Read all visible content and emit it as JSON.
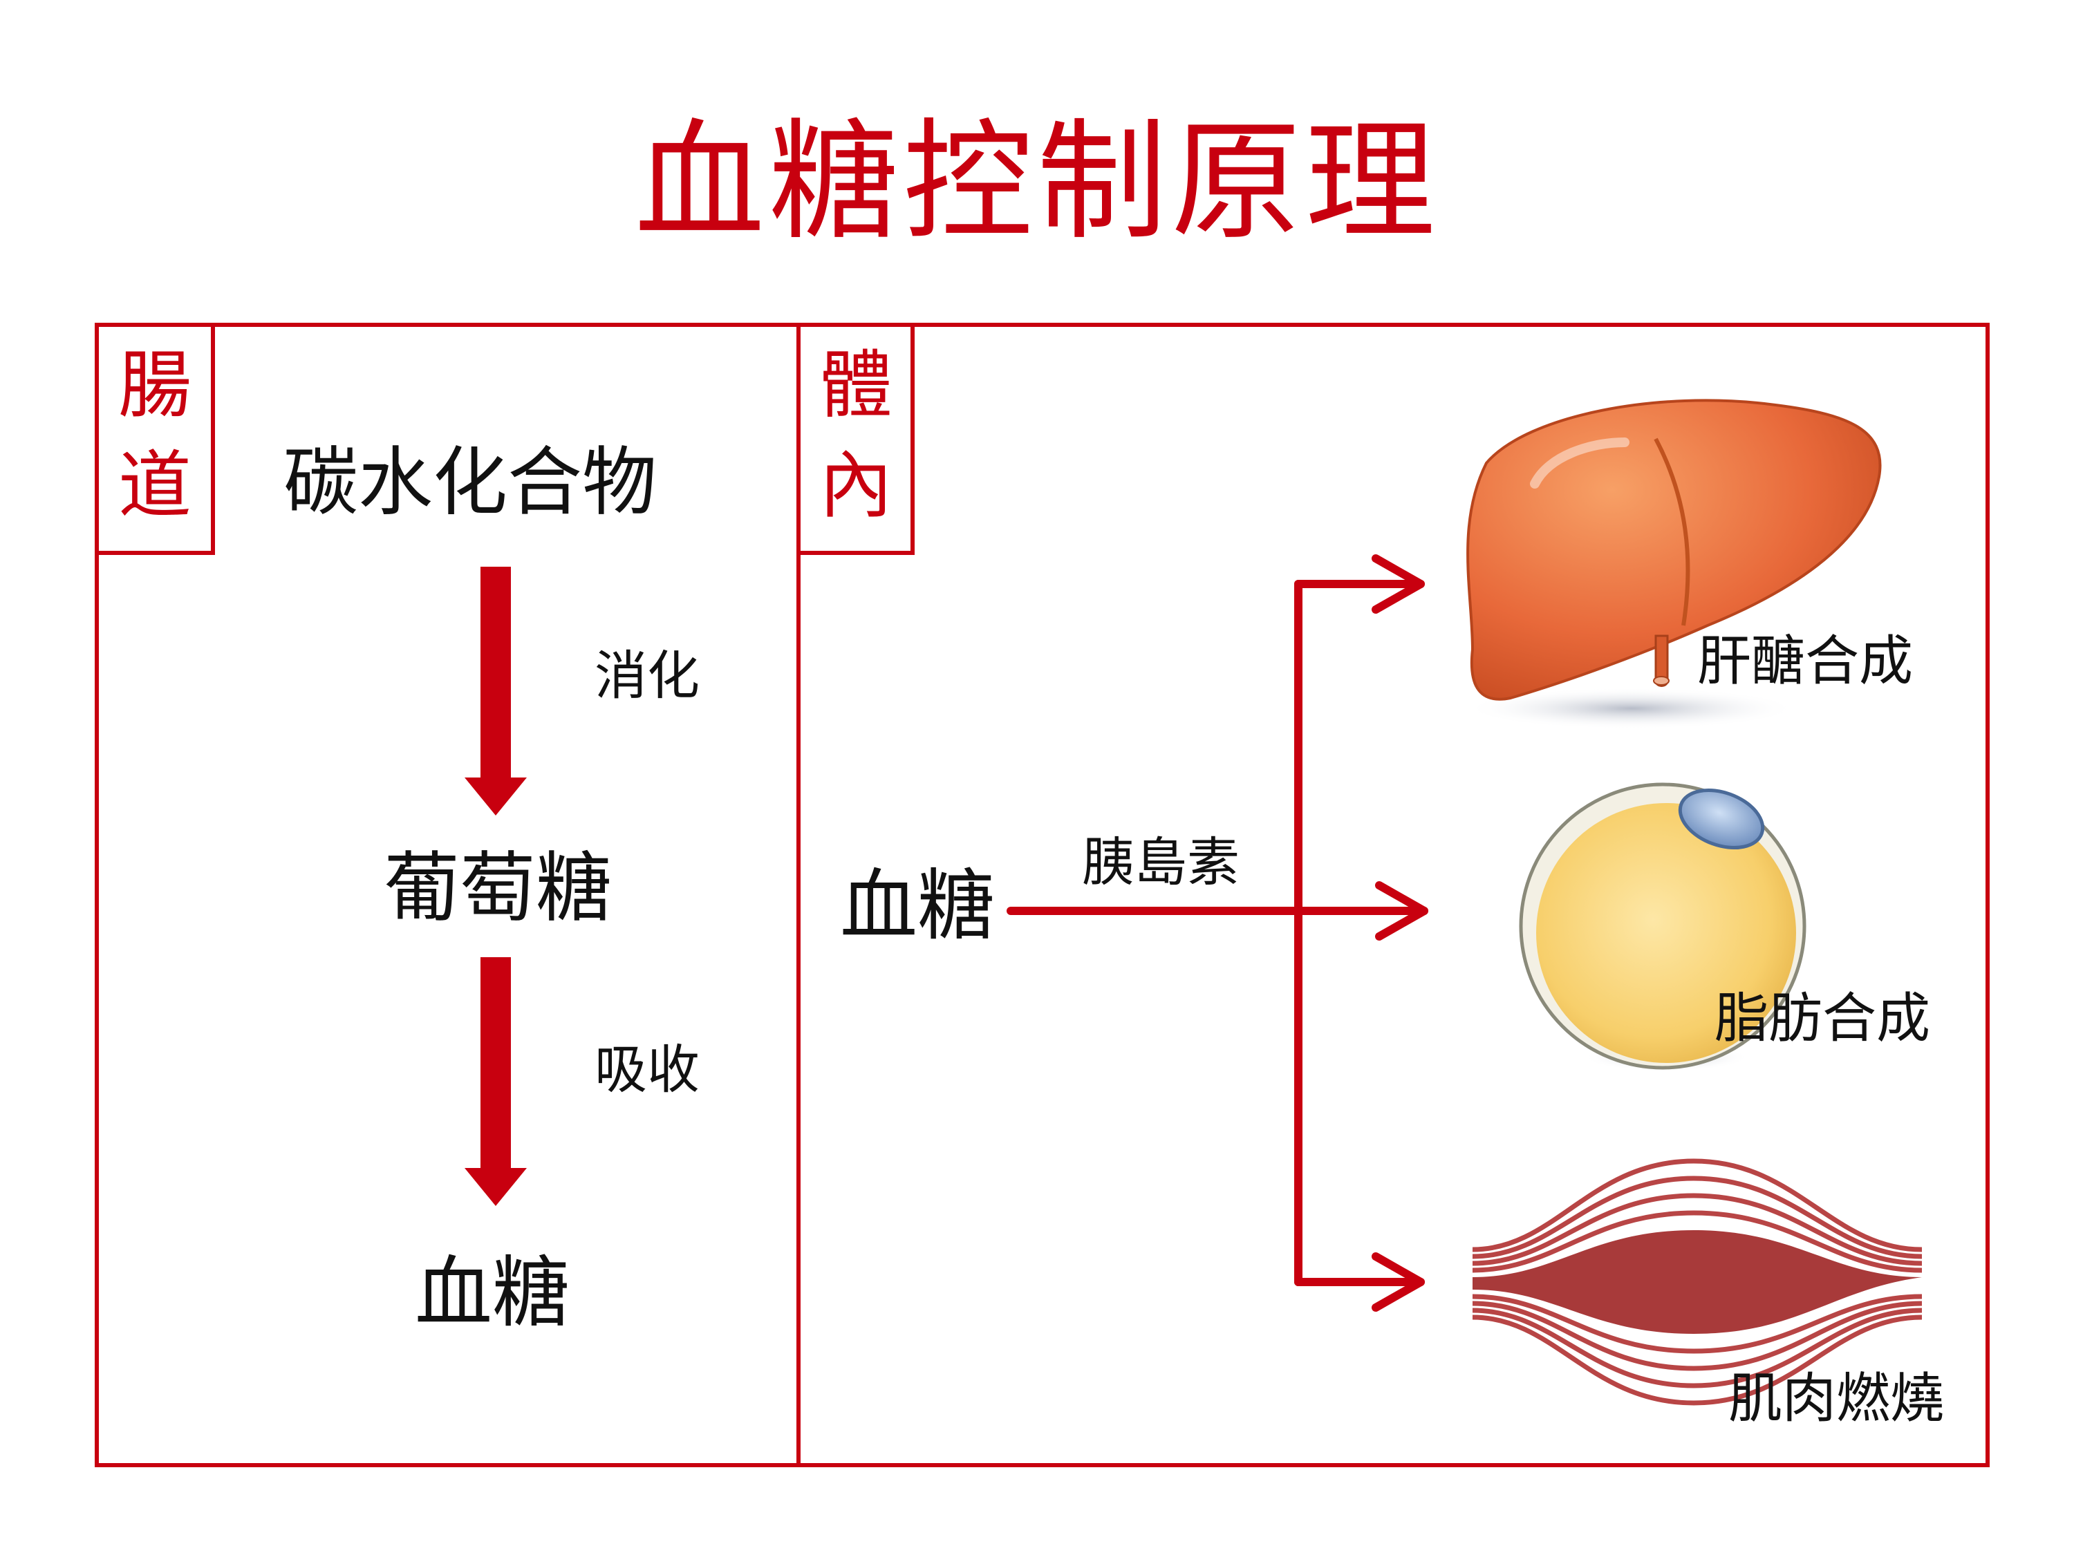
{
  "title": "血糖控制原理",
  "colors": {
    "accent": "#c8000f",
    "liver": "#e8693a",
    "fat": "#f7cf6b",
    "muscle": "#a83a3a"
  },
  "left_panel": {
    "tag_line1": "腸",
    "tag_line2": "道",
    "carbohydrate": "碳水化合物",
    "step1": "消化",
    "glucose": "葡萄糖",
    "step2": "吸收",
    "blood_sugar": "血糖"
  },
  "right_panel": {
    "tag_line1": "體",
    "tag_line2": "內",
    "blood_sugar": "血糖",
    "insulin": "胰島素",
    "targets": [
      {
        "label": "肝醣合成",
        "icon": "liver-icon"
      },
      {
        "label": "脂肪合成",
        "icon": "fat-cell-icon"
      },
      {
        "label": "肌肉燃燒",
        "icon": "muscle-icon"
      }
    ]
  }
}
